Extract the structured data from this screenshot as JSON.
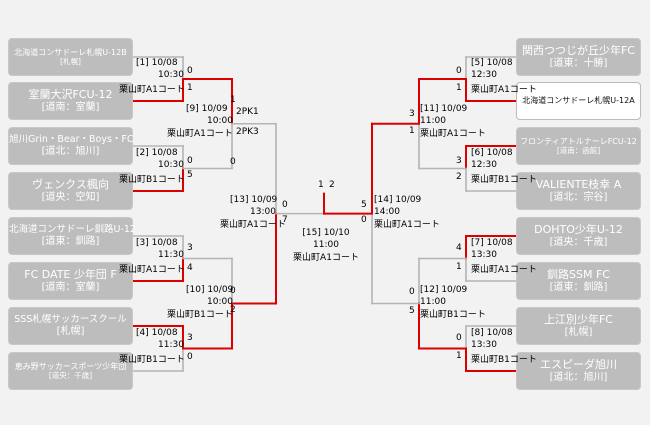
{
  "teams": {
    "t1": {
      "name": "北海道コンサドーレ札幌U-12B",
      "area": "[札幌]"
    },
    "t2": {
      "name": "室蘭大沢FCU-12",
      "area": "[道南：室蘭]"
    },
    "t3": {
      "name": "旭川Grin・Bear・Boys・FC",
      "area": "[道北：旭川]"
    },
    "t4": {
      "name": "ヴェンクス楓向",
      "area": "[道央：空知]"
    },
    "t5": {
      "name": "北海道コンサドーレ釧路U-12",
      "area": "[道東：釧路]"
    },
    "t6": {
      "name": "FC DATE 少年団 F",
      "area": "[道南：室蘭]"
    },
    "t7": {
      "name": "SSS札幌サッカースクール",
      "area": "[札幌]"
    },
    "t8": {
      "name": "恵み野サッカースポーツ少年団",
      "area": "[道央：千歳]"
    },
    "t9": {
      "name": "関西つつじが丘少年FC",
      "area": "[道東：十勝]"
    },
    "t10": {
      "name": "北海道コンサドーレ札幌U-12A",
      "area": ""
    },
    "t11": {
      "name": "フロンティアトルナーレFCU-12",
      "area": "[道南：函館]"
    },
    "t12": {
      "name": "VALIENTE枝幸 A",
      "area": "[道北：宗谷]"
    },
    "t13": {
      "name": "DOHTO少年U-12",
      "area": "[道央：千歳]"
    },
    "t14": {
      "name": "釧路SSM FC",
      "area": "[道東：釧路]"
    },
    "t15": {
      "name": "上江別少年FC",
      "area": "[札幌]"
    },
    "t16": {
      "name": "エスピーダ旭川",
      "area": "[道北：旭川]"
    }
  },
  "matches": {
    "m1": {
      "no": "[1] 10/08",
      "time": "10:30",
      "venue": "栗山町A1コート"
    },
    "m2": {
      "no": "[2] 10/08",
      "time": "10:30",
      "venue": "栗山町B1コート"
    },
    "m3": {
      "no": "[3] 10/08",
      "time": "11:30",
      "venue": "栗山町A1コート"
    },
    "m4": {
      "no": "[4] 10/08",
      "time": "11:30",
      "venue": "栗山町B1コート"
    },
    "m5": {
      "no": "[5] 10/08",
      "time": "12:30",
      "venue": "栗山町A1コート"
    },
    "m6": {
      "no": "[6] 10/08",
      "time": "12:30",
      "venue": "栗山町B1コート"
    },
    "m7": {
      "no": "[7] 10/08",
      "time": "13:30",
      "venue": "栗山町A1コート"
    },
    "m8": {
      "no": "[8] 10/08",
      "time": "13:30",
      "venue": "栗山町B1コート"
    },
    "m9": {
      "no": "[9] 10/09",
      "time": "10:00",
      "venue": "栗山町A1コート"
    },
    "m10": {
      "no": "[10] 10/09",
      "time": "10:00",
      "venue": "栗山町B1コート"
    },
    "m11": {
      "no": "[11] 10/09",
      "time": "11:00",
      "venue": "栗山町A1コート"
    },
    "m12": {
      "no": "[12] 10/09",
      "time": "11:00",
      "venue": "栗山町B1コート"
    },
    "m13": {
      "no": "[13] 10/09",
      "time": "13:00",
      "venue": "栗山町A1コート"
    },
    "m14": {
      "no": "[14] 10/09",
      "time": "14:00",
      "venue": "栗山町A1コート"
    },
    "m15": {
      "no": "[15] 10/10",
      "time": "11:00",
      "venue": "栗山町A1コート"
    }
  },
  "scores": {
    "s1a": "0",
    "s1b": "1",
    "s2a": "0",
    "s2b": "5",
    "s3a": "3",
    "s3b": "4",
    "s4a": "3",
    "s4b": "0",
    "s5a": "0",
    "s5b": "1",
    "s6a": "3",
    "s6b": "2",
    "s7a": "4",
    "s7b": "1",
    "s8a": "0",
    "s8b": "1",
    "s9a": "1",
    "s9b": "0",
    "s10a": "0",
    "s10b": "2",
    "s11a": "3",
    "s11b": "1",
    "s12a": "0",
    "s12b": "5",
    "s13a": "0",
    "s13b": "7",
    "s14a": "5",
    "s14b": "0",
    "s15a": "1",
    "s15b": "2"
  },
  "pk": {
    "top": "2PK1",
    "bottom": "2PK3"
  },
  "colors": {
    "win": "#dd0000",
    "lose": "#b4b4b4"
  }
}
